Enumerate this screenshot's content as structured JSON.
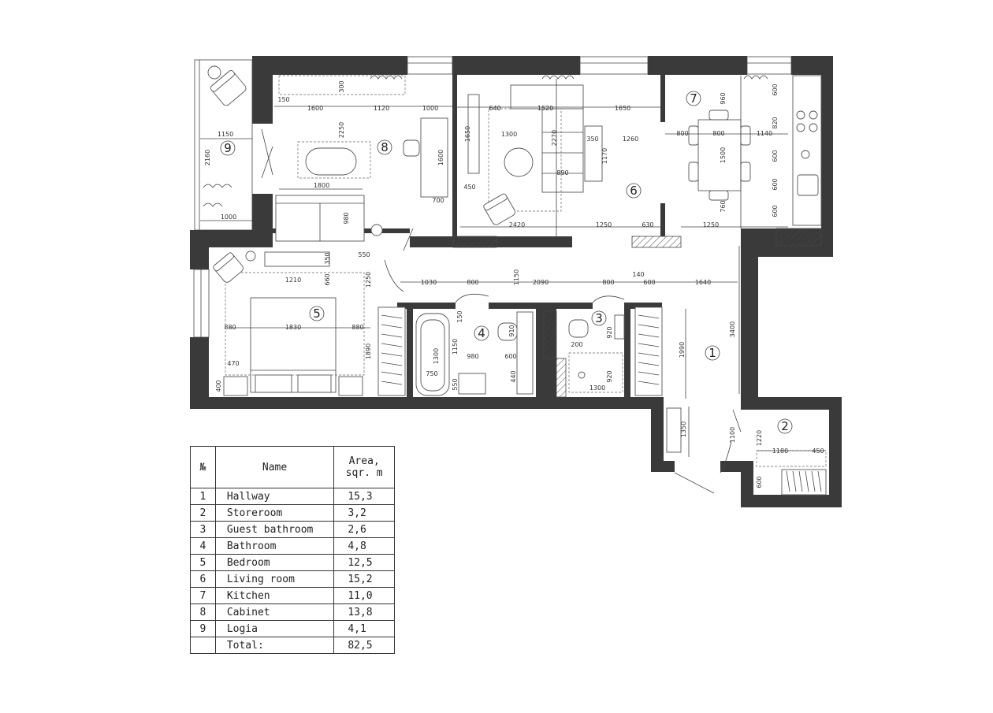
{
  "rooms": [
    {
      "num": "1",
      "name": "Hallway",
      "area": "15,3"
    },
    {
      "num": "2",
      "name": "Storeroom",
      "area": "3,2"
    },
    {
      "num": "3",
      "name": "Guest bathroom",
      "area": "2,6"
    },
    {
      "num": "4",
      "name": "Bathroom",
      "area": "4,8"
    },
    {
      "num": "5",
      "name": "Bedroom",
      "area": "12,5"
    },
    {
      "num": "6",
      "name": "Living room",
      "area": "15,2"
    },
    {
      "num": "7",
      "name": "Kitchen",
      "area": "11,0"
    },
    {
      "num": "8",
      "name": "Cabinet",
      "area": "13,8"
    },
    {
      "num": "9",
      "name": "Logia",
      "area": "4,1"
    }
  ],
  "table": {
    "col_no": "№",
    "col_name": "Name",
    "col_area_line1": "Area,",
    "col_area_line2": "sqr. m",
    "total_label": "Total:",
    "total_value": "82,5"
  },
  "dimensions": {
    "d_1600": "1600",
    "d_1120": "1120",
    "d_1000a": "1000",
    "d_150": "150",
    "d_300": "300",
    "d_2250": "2250",
    "d_1600v": "1600",
    "d_1800": "1800",
    "d_980": "980",
    "d_700": "700",
    "d_1150a": "1150",
    "d_2160": "2160",
    "d_1000b": "1000",
    "d_640": "640",
    "d_1520": "1520",
    "d_1650": "1650",
    "d_1650v": "1650",
    "d_1300": "1300",
    "d_2270": "2270",
    "d_350": "350",
    "d_1260": "1260",
    "d_1170": "1170",
    "d_890": "890",
    "d_450": "450",
    "d_2420": "2420",
    "d_1250a": "1250",
    "d_630": "630",
    "d_960": "960",
    "d_600a": "600",
    "d_820": "820",
    "d_800a": "800",
    "d_800b": "800",
    "d_1140": "1140",
    "d_1500": "1500",
    "d_600b": "600",
    "d_600c": "600",
    "d_600d": "600",
    "d_760": "760",
    "d_1250b": "1250",
    "d_550": "550",
    "d_350b": "350",
    "d_1210": "1210",
    "d_660": "660",
    "d_1250c": "1250",
    "d_880a": "880",
    "d_1830": "1830",
    "d_880b": "880",
    "d_1890": "1890",
    "d_470": "470",
    "d_400": "400",
    "d_1030": "1030",
    "d_800c": "800",
    "d_1150b": "1150",
    "d_2090": "2090",
    "d_800d": "800",
    "d_140": "140",
    "d_600e": "600",
    "d_1640": "1640",
    "d_150b": "150",
    "d_1300b": "1300",
    "d_1150c": "1150",
    "d_910": "910",
    "d_980b": "980",
    "d_600f": "600",
    "d_750": "750",
    "d_550b": "550",
    "d_440": "440",
    "d_920a": "920",
    "d_200": "200",
    "d_920b": "920",
    "d_1300c": "1300",
    "d_3400": "3400",
    "d_1990": "1990",
    "d_1350": "1350",
    "d_1100": "1100",
    "d_1220": "1220",
    "d_1180": "1180",
    "d_450b": "450",
    "d_600g": "600"
  },
  "colors": {
    "wall": "#3a3a3a",
    "line": "#444444"
  }
}
